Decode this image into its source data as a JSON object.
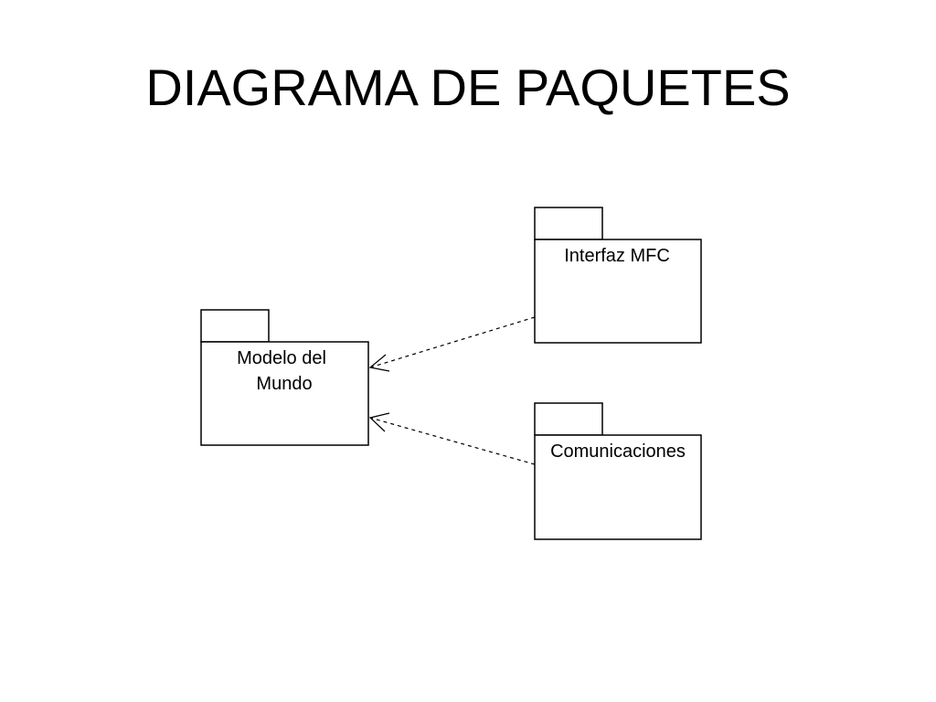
{
  "title": "DIAGRAMA DE PAQUETES",
  "colors": {
    "stroke": "#000000",
    "background": "#ffffff"
  },
  "packages": {
    "modelo": {
      "lines": [
        "Modelo del",
        "Mundo"
      ]
    },
    "interfaz": {
      "lines": [
        "Interfaz MFC"
      ]
    },
    "comunicaciones": {
      "lines": [
        "Comunicaciones"
      ]
    }
  },
  "dependencies": [
    {
      "from": "interfaz",
      "to": "modelo",
      "style": "dashed-open-arrow"
    },
    {
      "from": "comunicaciones",
      "to": "modelo",
      "style": "dashed-open-arrow"
    }
  ]
}
